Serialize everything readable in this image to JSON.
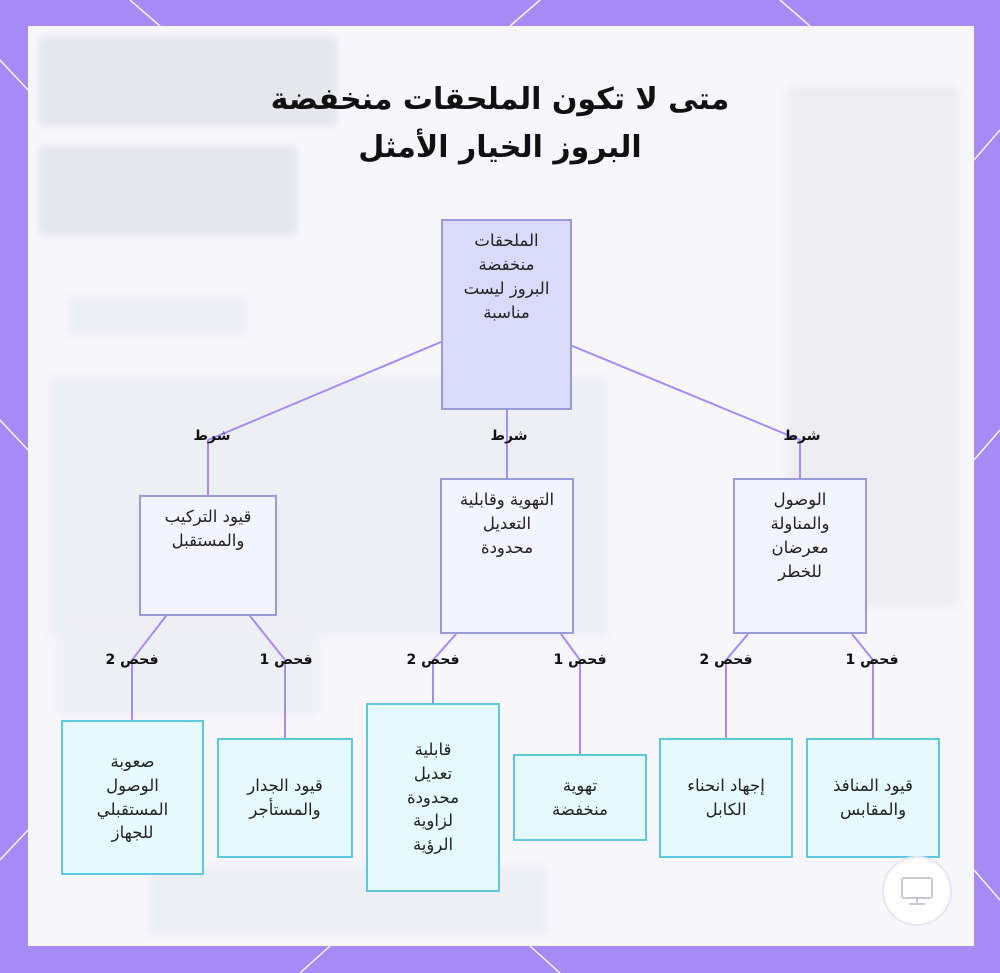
{
  "title_line1": "متى لا تكون الملحقات منخفضة",
  "title_line2": "البروز الخيار الأمثل",
  "root": {
    "label": "الملحقات منخفضة البروز ليست مناسبة"
  },
  "branches": [
    {
      "edge_label": "شرط",
      "label": "الوصول والمناولة معرضان للخطر",
      "children": [
        {
          "edge_label": "فحص 1",
          "label": "قيود المنافذ والمقابس"
        },
        {
          "edge_label": "فحص 2",
          "label": "إجهاد انحناء الكابل"
        }
      ]
    },
    {
      "edge_label": "شرط",
      "label": "التهوية وقابلية التعديل محدودة",
      "children": [
        {
          "edge_label": "فحص 1",
          "label": "تهوية منخفضة"
        },
        {
          "edge_label": "فحص 2",
          "label": "قابلية تعديل محدودة لزاوية الرؤية"
        }
      ]
    },
    {
      "edge_label": "شرط",
      "label": "قيود التركيب والمستقبل",
      "children": [
        {
          "edge_label": "فحص 1",
          "label": "قيود الجدار والمستأجر"
        },
        {
          "edge_label": "فحص 2",
          "label": "صعوبة الوصول المستقبلي للجهاز"
        }
      ]
    }
  ],
  "colors": {
    "frame": "#a78bf5",
    "edge": "#a78bf5",
    "root_fill": "#dadafd",
    "mid_fill": "#f4f4fe",
    "leaf_fill": "#e6f9fd",
    "leaf_border": "#5ec8df"
  }
}
